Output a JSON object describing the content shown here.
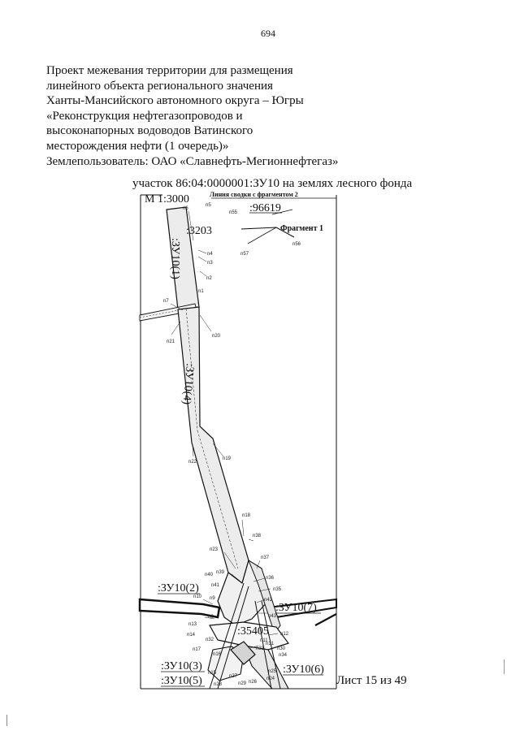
{
  "page_number": "694",
  "title_lines": [
    "Проект межевания территории для размещения",
    "линейного объекта регионального значения",
    "Ханты-Мансийского автономного округа – Югры",
    "«Реконструкция нефтегазопроводов и",
    "высоконапорных водоводов Ватинского",
    "месторождения нефти (1 очередь)»",
    "Землепользователь: ОАО «Славнефть-Мегионнефтегаз»"
  ],
  "caption": "участок 86:04:0000001:ЗУ10 на землях лесного фонда",
  "scale": "М 1:3000",
  "sheet": "Лист 15 из 49",
  "map": {
    "line_label": "Линия сводки с фрагментом 2",
    "fragment_label": "Фрагмент 1",
    "quarter_96619": ":96619",
    "quarter_3203": ":3203",
    "quarter_35405": ":35405",
    "zu10_1": ":ЗУ10(1)",
    "zu10_4": ":ЗУ10(4)",
    "zu10_2": ":ЗУ10(2)",
    "zu10_7": ":ЗУ10(7)",
    "zu10_3": ":ЗУ10(3)",
    "zu10_5": ":ЗУ10(5)",
    "zu10_6": ":ЗУ10(6)",
    "points": {
      "n1": "n1",
      "n2": "n2",
      "n3": "n3",
      "n4": "n4",
      "n5": "n5",
      "n6": "n6",
      "n7": "n7",
      "n8": "n8",
      "n9": "n9",
      "n10": "n10",
      "n11": "n11",
      "n12": "n12",
      "n13": "n13",
      "n14": "n14",
      "n15": "n15",
      "n16": "n16",
      "n17": "n17",
      "n18": "n18",
      "n19": "n19",
      "n20": "n20",
      "n21": "n21",
      "n22": "n22",
      "n23": "n23",
      "n24": "n24",
      "n25": "n25",
      "n26": "n26",
      "n27": "n27",
      "n28": "n28",
      "n29": "n29",
      "n30": "n30",
      "n31": "n31",
      "n32": "n32",
      "n33": "n33",
      "n34": "n34",
      "n35": "n35",
      "n36": "n36",
      "n37": "n37",
      "n38": "n38",
      "n39": "n39",
      "n40": "n40",
      "n41": "n41",
      "n42": "n42",
      "n43": "n43",
      "n55": "n55",
      "n56": "n56",
      "n57": "n57"
    }
  }
}
